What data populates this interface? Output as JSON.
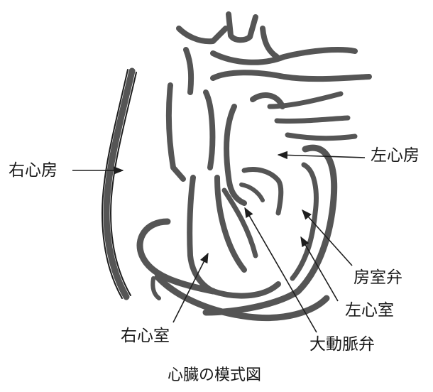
{
  "labels": {
    "right_atrium": "右心房",
    "left_atrium": "左心房",
    "av_valve": "房室弁",
    "left_ventricle": "左心室",
    "right_ventricle": "右心室",
    "aortic_valve": "大動脈弁"
  },
  "caption": "心臓の模式図",
  "colors": {
    "wall": "#555555",
    "outline": "#1e1e1e",
    "background": "#ffffff"
  }
}
